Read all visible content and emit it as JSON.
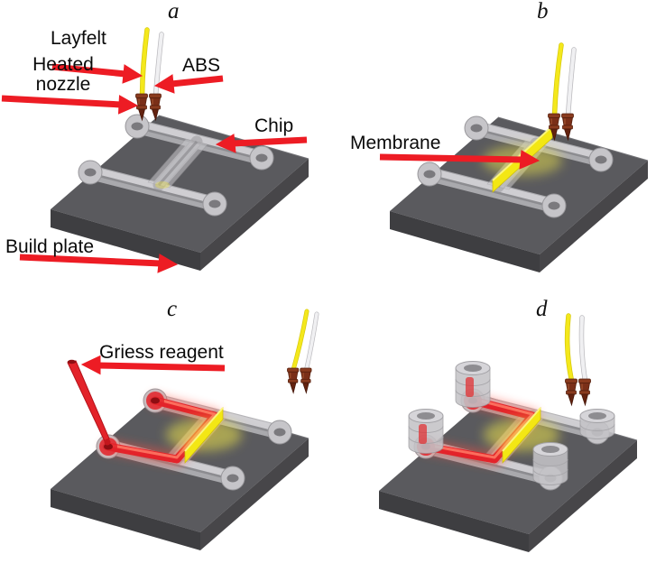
{
  "panels": {
    "a": {
      "letter": "a",
      "labels": {
        "layfelt": "Layfelt",
        "heated_nozzle": "Heated\nnozzle",
        "abs": "ABS",
        "chip": "Chip",
        "build_plate": "Build plate"
      }
    },
    "b": {
      "letter": "b",
      "labels": {
        "membrane": "Membrane"
      }
    },
    "c": {
      "letter": "c",
      "labels": {
        "griess_reagent": "Griess reagent"
      }
    },
    "d": {
      "letter": "d",
      "labels": {}
    }
  },
  "colors": {
    "arrow_red": "#ed1c24",
    "reagent_red": "#e3232a",
    "channel_red": "#e3232a",
    "membrane_yellow": "#f3e714",
    "filament_yellow": "#f4e81c",
    "filament_clear": "#f0f0f2",
    "nozzle_brown": "#7a2f18",
    "build_plate_gray": "#5a5a5e",
    "chip_gray": "#b0afb3",
    "background": "#ffffff",
    "label_text": "#0a0a0a"
  }
}
